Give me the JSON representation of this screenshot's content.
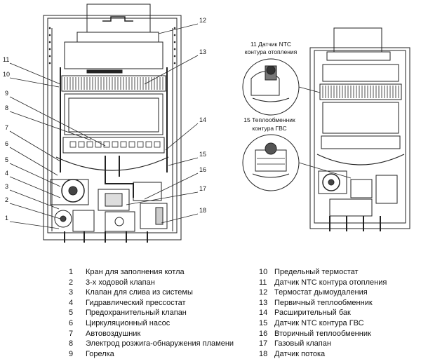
{
  "callouts_main": [
    "1",
    "2",
    "3",
    "4",
    "5",
    "6",
    "7",
    "8",
    "9",
    "10",
    "11",
    "12",
    "13",
    "14",
    "15",
    "16",
    "17",
    "18"
  ],
  "inset_labels": {
    "ntc_heating": [
      "11 Датчик NTC",
      "контура отопления"
    ],
    "dhw_exchanger": [
      "15 Теплообменник",
      "контура ГВС"
    ]
  },
  "legend": {
    "left": [
      {
        "num": "1",
        "text": "Кран для заполнения котла"
      },
      {
        "num": "2",
        "text": "3-х ходовой клапан"
      },
      {
        "num": "3",
        "text": "Клапан для слива из системы"
      },
      {
        "num": "4",
        "text": "Гидравлический прессостат"
      },
      {
        "num": "5",
        "text": "Предохранительный клапан"
      },
      {
        "num": "6",
        "text": "Циркуляционный насос"
      },
      {
        "num": "7",
        "text": "Автовоздушник"
      },
      {
        "num": "8",
        "text": "Электрод розжига-обнаружения пламени"
      },
      {
        "num": "9",
        "text": "Горелка"
      }
    ],
    "right": [
      {
        "num": "10",
        "text": "Предельный термостат"
      },
      {
        "num": "11",
        "text": "Датчик NTC контура отопления"
      },
      {
        "num": "12",
        "text": "Термостат дымоудаления"
      },
      {
        "num": "13",
        "text": "Первичный теплообменник"
      },
      {
        "num": "14",
        "text": "Расширительный бак"
      },
      {
        "num": "15",
        "text": "Датчик NTC контура ГВС"
      },
      {
        "num": "16",
        "text": "Вторичный теплообменник"
      },
      {
        "num": "17",
        "text": "Газовый клапан"
      },
      {
        "num": "18",
        "text": "Датчик потока"
      }
    ]
  }
}
